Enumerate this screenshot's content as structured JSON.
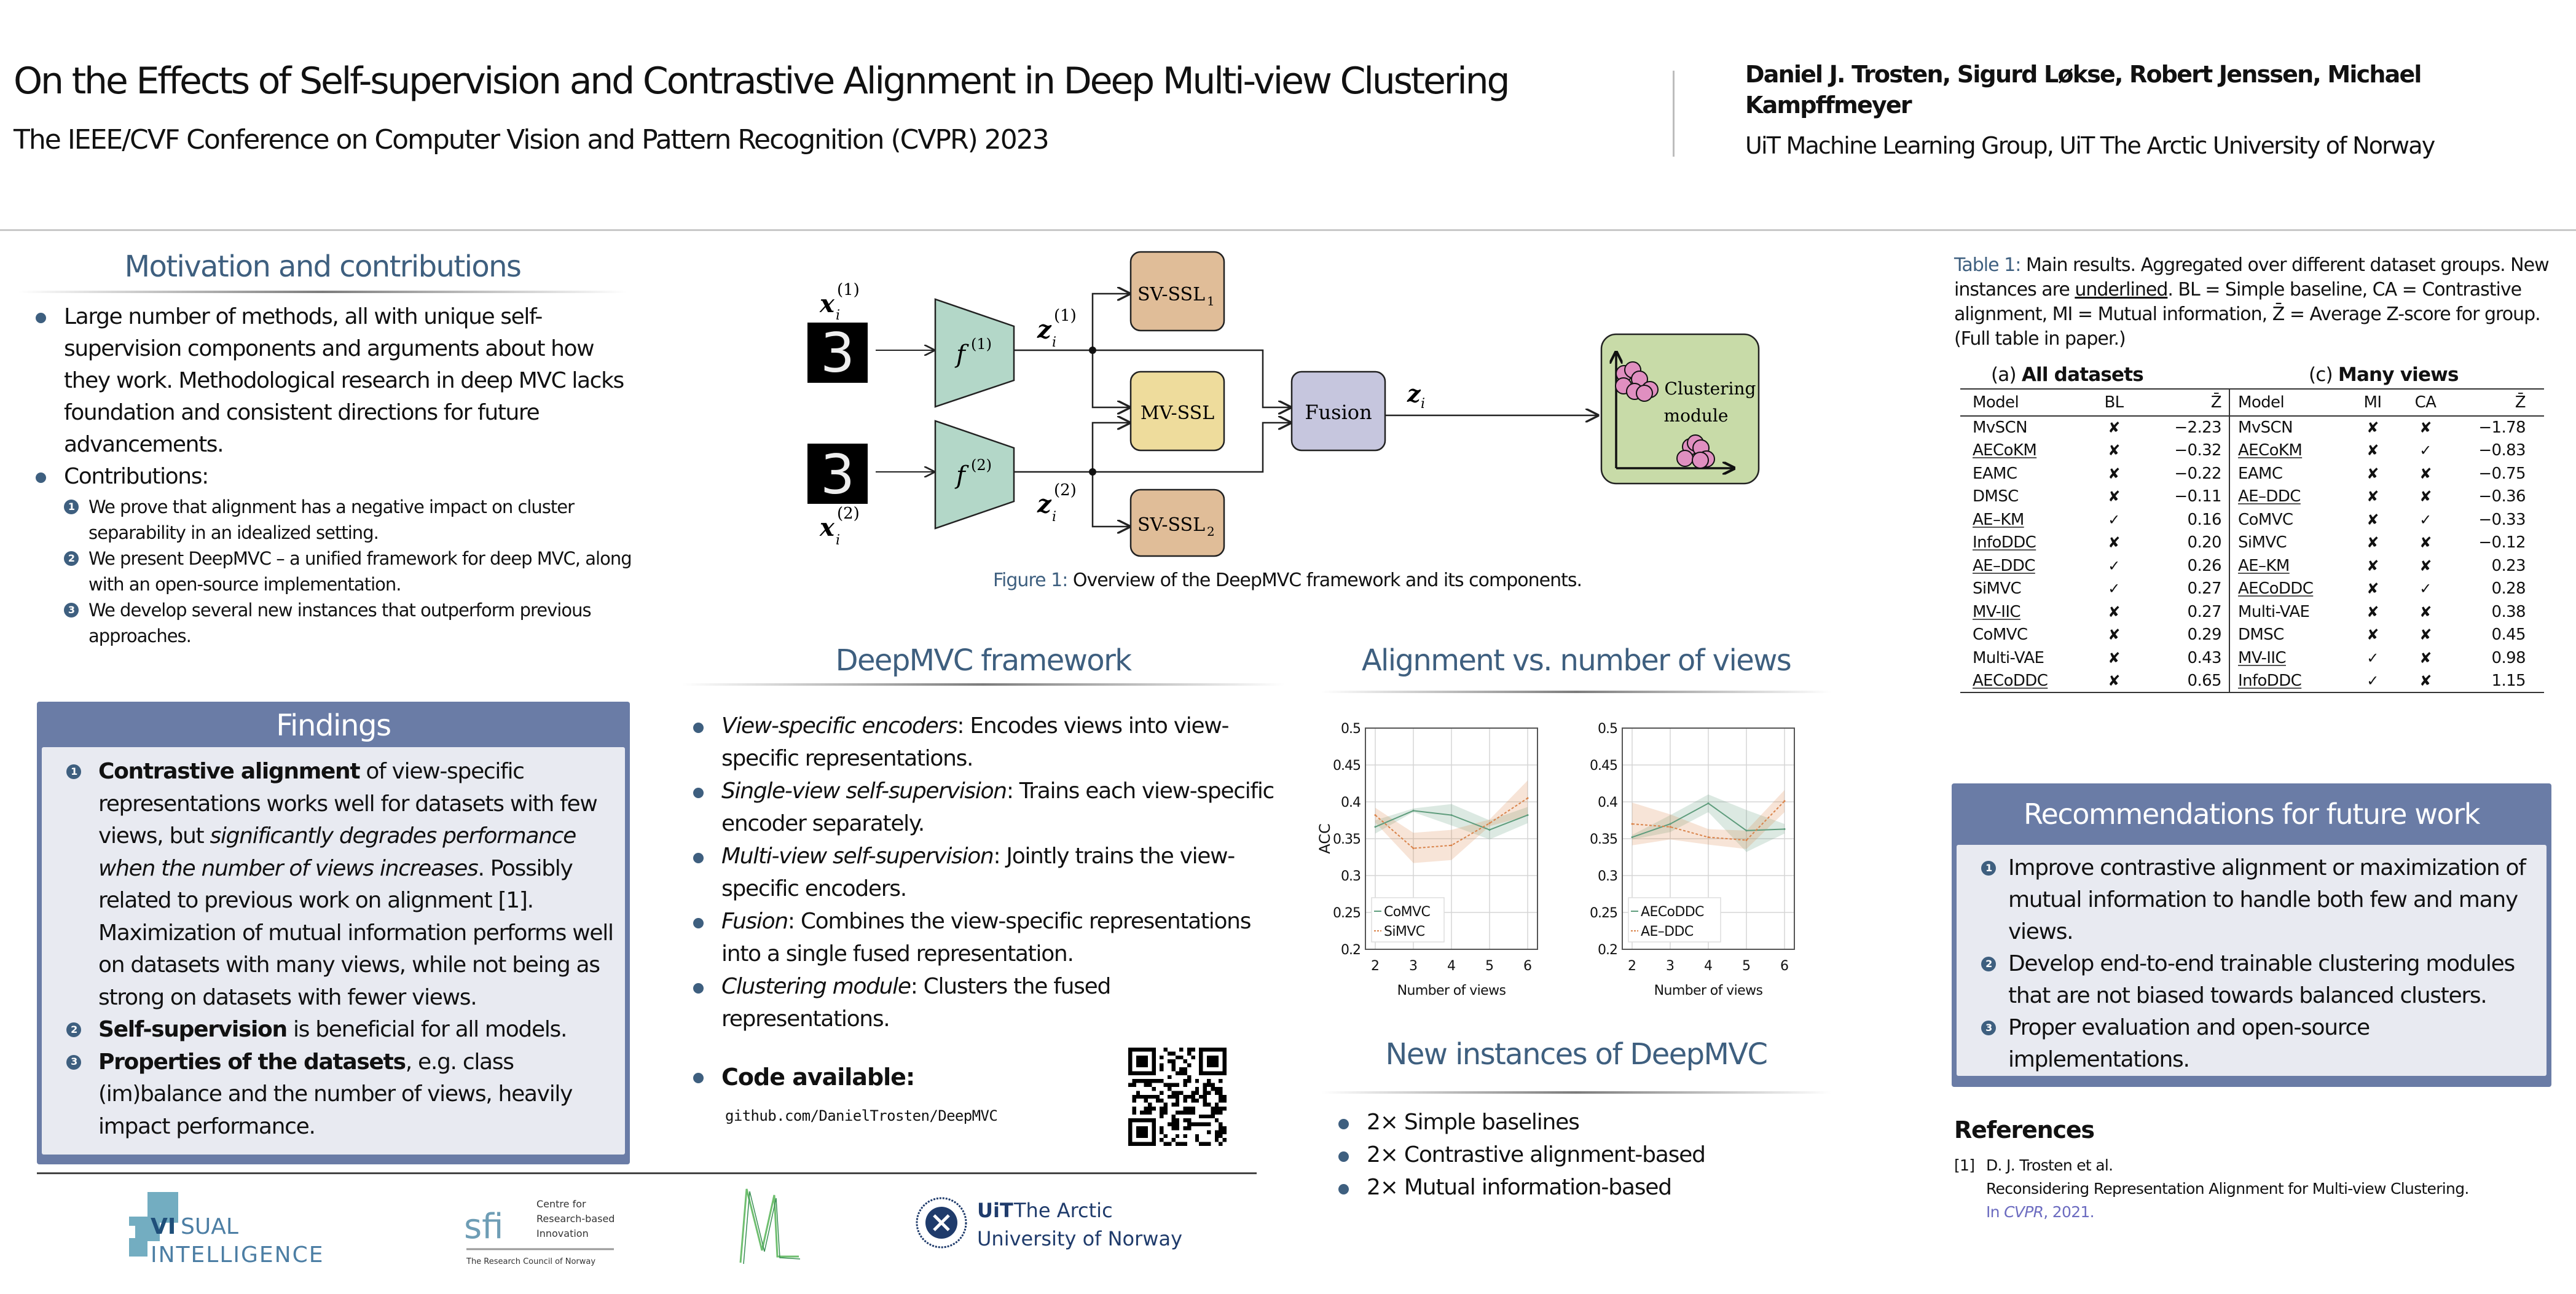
{
  "header": {
    "title": "On the Effects of Self-supervision and Contrastive Alignment in Deep Multi-view Clustering",
    "subtitle": "The IEEE/CVF Conference on Computer Vision and Pattern Recognition (CVPR) 2023",
    "authors": "Daniel J. Trosten, Sigurd Løkse, Robert Jenssen, Michael Kampffmeyer",
    "affiliation": "UiT Machine Learning Group, UiT The Arctic University of Norway"
  },
  "motivation": {
    "title": "Motivation and contributions",
    "bullets": [
      "Large number of methods, all with unique self-supervision components and arguments about how they work. Methodological research in deep MVC lacks foundation and consistent directions for future advancements.",
      "Contributions:"
    ],
    "contributions": [
      {
        "num": "1",
        "text": "We prove that alignment has a negative impact on cluster separability in an idealized setting."
      },
      {
        "num": "2",
        "text": "We present DeepMVC – a unified framework for deep MVC, along with an open-source implementation."
      },
      {
        "num": "3",
        "text": "We develop several new instances that outperform previous approaches."
      }
    ]
  },
  "findings": {
    "title": "Findings",
    "items": [
      {
        "num": "1",
        "bold": "Contrastive alignment",
        "text1": " of view-specific representations works well for datasets with few views, but ",
        "italic": "significantly degrades performance when the number of views increases",
        "text2": ". Possibly related to previous work on alignment [1]. Maximization of mutual information performs well on datasets with many views, while not being as strong on datasets with fewer views."
      },
      {
        "num": "2",
        "bold": "Self-supervision",
        "text1": " is beneficial for all models."
      },
      {
        "num": "3",
        "bold": "Properties of the datasets",
        "text1": ", e.g. class (im)balance and the number of views, heavily impact performance."
      }
    ]
  },
  "diagram": {
    "x1_label": "x",
    "x1_sup": "(1)",
    "x2_sup": "(2)",
    "sub_i": "i",
    "f1": "f",
    "z_label": "z",
    "sv_ssl": "SV-SSL",
    "sv_ssl1_sub": "1",
    "sv_ssl2_sub": "2",
    "mv_ssl": "MV-SSL",
    "fusion": "Fusion",
    "clustering_line1": "Clustering",
    "clustering_line2": "module",
    "digit": "3",
    "colors": {
      "encoder": "#b3d7c8",
      "sv_ssl": "#e0bd98",
      "mv_ssl": "#eedc9c",
      "fusion": "#c6c6de",
      "clustering": "#c8dba8",
      "cluster_points": "#e08fc0"
    }
  },
  "figure_caption": {
    "label": "Figure 1:",
    "text": " Overview of the DeepMVC framework and its components."
  },
  "framework": {
    "title": "DeepMVC framework",
    "items": [
      {
        "term": "View-specific encoders",
        "text": ": Encodes views into view-specific representations."
      },
      {
        "term": "Single-view self-supervision",
        "text": ": Trains each view-specific encoder separately."
      },
      {
        "term": "Multi-view self-supervision",
        "text": ": Jointly trains the view-specific encoders."
      },
      {
        "term": "Fusion",
        "text": ": Combines the view-specific representations into a single fused representation."
      },
      {
        "term": "Clustering module",
        "text": ": Clusters the fused representations."
      }
    ],
    "code_label": "Code available:",
    "code_url": "github.com/DanielTrosten/DeepMVC",
    "qr_icon": "qr-code"
  },
  "alignment": {
    "title": "Alignment vs. number of views"
  },
  "chart_data": [
    {
      "type": "line",
      "title": "",
      "xlabel": "Number of views",
      "ylabel": "ACC",
      "x": [
        2,
        3,
        4,
        5,
        6
      ],
      "xlim": [
        2,
        6
      ],
      "ylim": [
        0.2,
        0.5
      ],
      "yticks": [
        "0.2",
        "0.25",
        "0.3",
        "0.35",
        "0.4",
        "0.45",
        "0.5"
      ],
      "xticks": [
        "2",
        "3",
        "4",
        "5",
        "6"
      ],
      "grid": true,
      "legend_position": "bottom-left",
      "series": [
        {
          "name": "CoMVC",
          "color": "#5e9c7c",
          "style": "solid",
          "values": [
            0.366,
            0.388,
            0.382,
            0.362,
            0.382
          ],
          "lower": [
            0.357,
            0.386,
            0.368,
            0.349,
            0.371
          ],
          "upper": [
            0.375,
            0.391,
            0.397,
            0.375,
            0.393
          ]
        },
        {
          "name": "SiMVC",
          "color": "#d9834a",
          "style": "dashed",
          "values": [
            0.382,
            0.337,
            0.341,
            0.371,
            0.405
          ],
          "lower": [
            0.372,
            0.317,
            0.321,
            0.367,
            0.381
          ],
          "upper": [
            0.392,
            0.358,
            0.362,
            0.376,
            0.429
          ]
        }
      ]
    },
    {
      "type": "line",
      "title": "",
      "xlabel": "Number of views",
      "ylabel": "",
      "x": [
        2,
        3,
        4,
        5,
        6
      ],
      "xlim": [
        2,
        6
      ],
      "ylim": [
        0.2,
        0.5
      ],
      "yticks": [
        "0.2",
        "0.25",
        "0.3",
        "0.35",
        "0.4",
        "0.45",
        "0.5"
      ],
      "xticks": [
        "2",
        "3",
        "4",
        "5",
        "6"
      ],
      "grid": true,
      "legend_position": "bottom-left",
      "series": [
        {
          "name": "AECoDDC",
          "color": "#5e9c7c",
          "style": "solid",
          "values": [
            0.352,
            0.37,
            0.398,
            0.361,
            0.363
          ],
          "lower": [
            0.349,
            0.359,
            0.386,
            0.332,
            0.357
          ],
          "upper": [
            0.355,
            0.382,
            0.41,
            0.389,
            0.37
          ]
        },
        {
          "name": "AE–DDC",
          "color": "#d9834a",
          "style": "dashed",
          "values": [
            0.37,
            0.366,
            0.352,
            0.348,
            0.401
          ],
          "lower": [
            0.341,
            0.349,
            0.342,
            0.336,
            0.386
          ],
          "upper": [
            0.399,
            0.383,
            0.363,
            0.361,
            0.416
          ]
        }
      ]
    }
  ],
  "new_instances": {
    "title": "New instances of DeepMVC",
    "items": [
      "2× Simple baselines",
      "2× Contrastive alignment-based",
      "2× Mutual information-based"
    ]
  },
  "table": {
    "caption_label": "Table 1:",
    "caption_part1": " Main results. Aggregated over different dataset groups. New instances are ",
    "caption_underlined": "underlined",
    "caption_part2": ". BL = Simple baseline, CA = Contrastive alignment, MI = Mutual information, Z̄ = Average Z-score for group. (Full table in paper.)",
    "sub_a_prefix": "(a) ",
    "sub_a": "All datasets",
    "sub_c_prefix": "(c) ",
    "sub_c": "Many views",
    "a_headers": [
      "Model",
      "BL",
      "Z̄"
    ],
    "a_rows": [
      {
        "model": "MvSCN",
        "new": false,
        "bl": "✘",
        "z": "−2.23"
      },
      {
        "model": "AECoKM",
        "new": true,
        "bl": "✘",
        "z": "−0.32"
      },
      {
        "model": "EAMC",
        "new": false,
        "bl": "✘",
        "z": "−0.22"
      },
      {
        "model": "DMSC",
        "new": false,
        "bl": "✘",
        "z": "−0.11"
      },
      {
        "model": "AE–KM",
        "new": true,
        "bl": "✓",
        "z": "0.16"
      },
      {
        "model": "InfoDDC",
        "new": true,
        "bl": "✘",
        "z": "0.20"
      },
      {
        "model": "AE–DDC",
        "new": true,
        "bl": "✓",
        "z": "0.26"
      },
      {
        "model": "SiMVC",
        "new": false,
        "bl": "✓",
        "z": "0.27"
      },
      {
        "model": "MV-IIC",
        "new": true,
        "bl": "✘",
        "z": "0.27"
      },
      {
        "model": "CoMVC",
        "new": false,
        "bl": "✘",
        "z": "0.29"
      },
      {
        "model": "Multi-VAE",
        "new": false,
        "bl": "✘",
        "z": "0.43"
      },
      {
        "model": "AECoDDC",
        "new": true,
        "bl": "✘",
        "z": "0.65"
      }
    ],
    "c_headers": [
      "Model",
      "MI",
      "CA",
      "Z̄"
    ],
    "c_rows": [
      {
        "model": "MvSCN",
        "new": false,
        "mi": "✘",
        "ca": "✘",
        "z": "−1.78"
      },
      {
        "model": "AECoKM",
        "new": true,
        "mi": "✘",
        "ca": "✓",
        "z": "−0.83"
      },
      {
        "model": "EAMC",
        "new": false,
        "mi": "✘",
        "ca": "✘",
        "z": "−0.75"
      },
      {
        "model": "AE–DDC",
        "new": true,
        "mi": "✘",
        "ca": "✘",
        "z": "−0.36"
      },
      {
        "model": "CoMVC",
        "new": false,
        "mi": "✘",
        "ca": "✓",
        "z": "−0.33"
      },
      {
        "model": "SiMVC",
        "new": false,
        "mi": "✘",
        "ca": "✘",
        "z": "−0.12"
      },
      {
        "model": "AE–KM",
        "new": true,
        "mi": "✘",
        "ca": "✘",
        "z": "0.23"
      },
      {
        "model": "AECoDDC",
        "new": true,
        "mi": "✘",
        "ca": "✓",
        "z": "0.28"
      },
      {
        "model": "Multi-VAE",
        "new": false,
        "mi": "✘",
        "ca": "✘",
        "z": "0.38"
      },
      {
        "model": "DMSC",
        "new": false,
        "mi": "✘",
        "ca": "✘",
        "z": "0.45"
      },
      {
        "model": "MV-IIC",
        "new": true,
        "mi": "✓",
        "ca": "✘",
        "z": "0.98"
      },
      {
        "model": "InfoDDC",
        "new": true,
        "mi": "✓",
        "ca": "✘",
        "z": "1.15"
      }
    ]
  },
  "recommendations": {
    "title": "Recommendations for future work",
    "items": [
      {
        "num": "1",
        "text": "Improve contrastive alignment or maximization of mutual information to handle both few and many views."
      },
      {
        "num": "2",
        "text": "Develop end-to-end trainable clustering modules that are not biased towards balanced clusters."
      },
      {
        "num": "3",
        "text": "Proper evaluation and open-source implementations."
      }
    ]
  },
  "references": {
    "title": "References",
    "items": [
      {
        "num": "[1]",
        "authors": "D. J. Trosten et al.",
        "title": "Reconsidering Representation Alignment for Multi-view Clustering.",
        "venue_prefix": "In ",
        "venue": "CVPR",
        "venue_suffix": ", 2021."
      }
    ]
  },
  "footer": {
    "logos": {
      "visual_intelligence": {
        "line1_a": "VI",
        "line1_b": "SUAL",
        "line2": "INTELLIGENCE"
      },
      "sfi": {
        "mark": "sfi",
        "line1": "Centre for",
        "line2": "Research-based",
        "line3": "Innovation",
        "council": "The Research Council of Norway"
      },
      "ml": {
        "mark": "ML"
      },
      "uit": {
        "bold": "UiT",
        "line1": " The Arctic",
        "line2": "University of Norway"
      }
    }
  }
}
